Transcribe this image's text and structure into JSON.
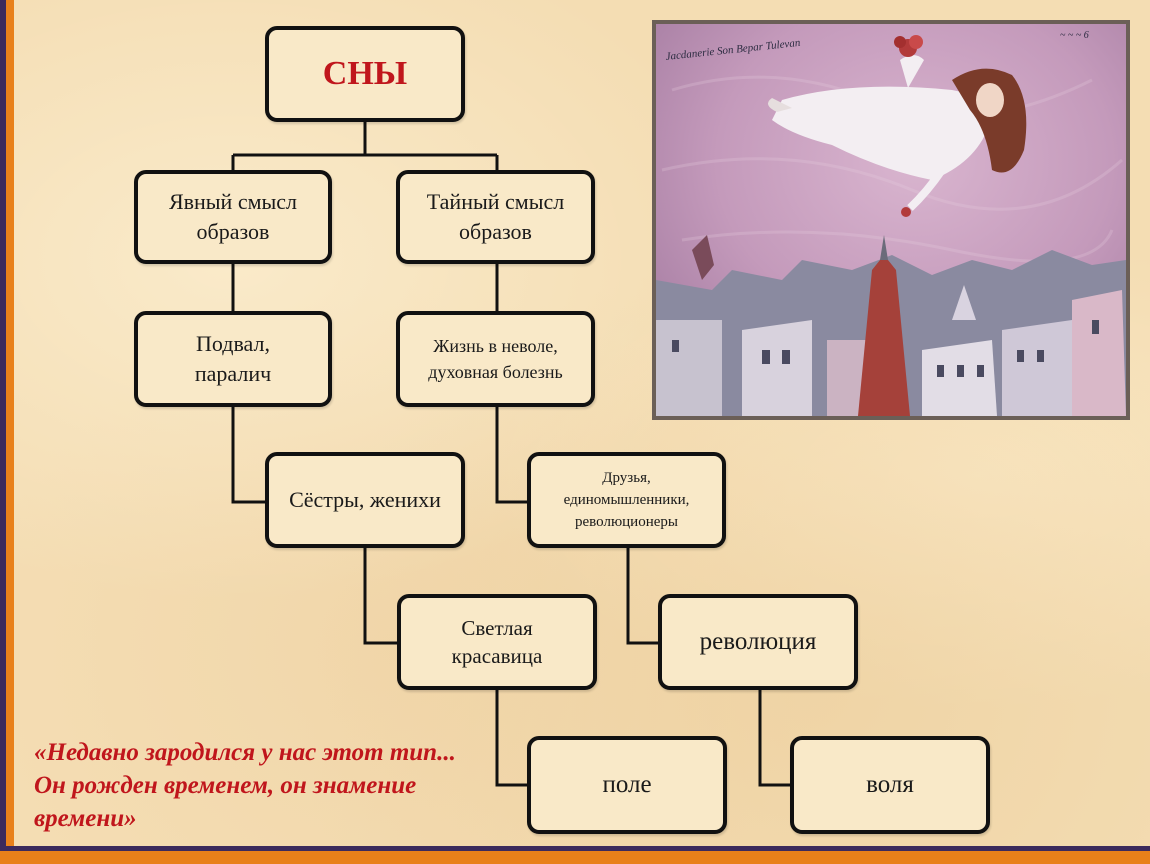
{
  "diagram": {
    "title": "СНЫ",
    "nodes": {
      "explicit_meaning": "Явный смысл образов",
      "secret_meaning": "Тайный смысл образов",
      "basement": "Подвал, паралич",
      "captivity": "Жизнь в неволе, духовная болезнь",
      "sisters": "Сёстры, женихи",
      "friends": "Друзья, единомышленники, революционеры",
      "beauty": "Светлая красавица",
      "revolution": "революция",
      "field": "поле",
      "freedom": "воля"
    }
  },
  "quote": "«Недавно зародился у нас этот тип... Он рожден временем, он знамение времени»",
  "painting": {
    "inscription_left": "Jacdanerie Son Bepar Tulevan",
    "inscription_right": "~ ~ ~ 6",
    "colors": {
      "sky": "#c9a3c0",
      "frame": "#6b5f57"
    }
  },
  "theme": {
    "accent_red": "#c0161c",
    "bar_orange": "#e8801a",
    "bar_purple": "#3b2a5c"
  }
}
